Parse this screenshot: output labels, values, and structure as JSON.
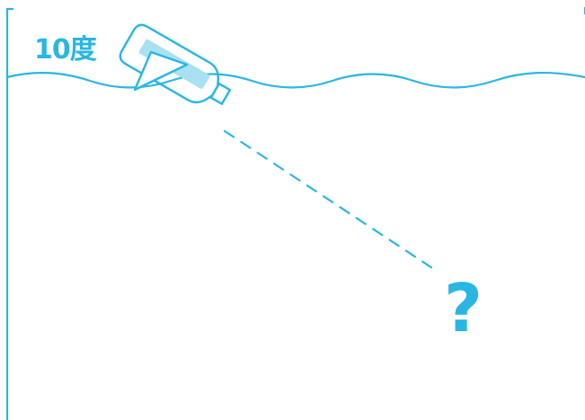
{
  "colors": {
    "accent": "#29b6e2",
    "accent_light": "#a6e0f1",
    "background": "#ffffff"
  },
  "labels": {
    "temperature": "10度",
    "unknown": "?"
  },
  "icons": {
    "bottle": "bottle-icon",
    "wave": "water-surface-wave",
    "trajectory": "dashed-trajectory-line"
  }
}
